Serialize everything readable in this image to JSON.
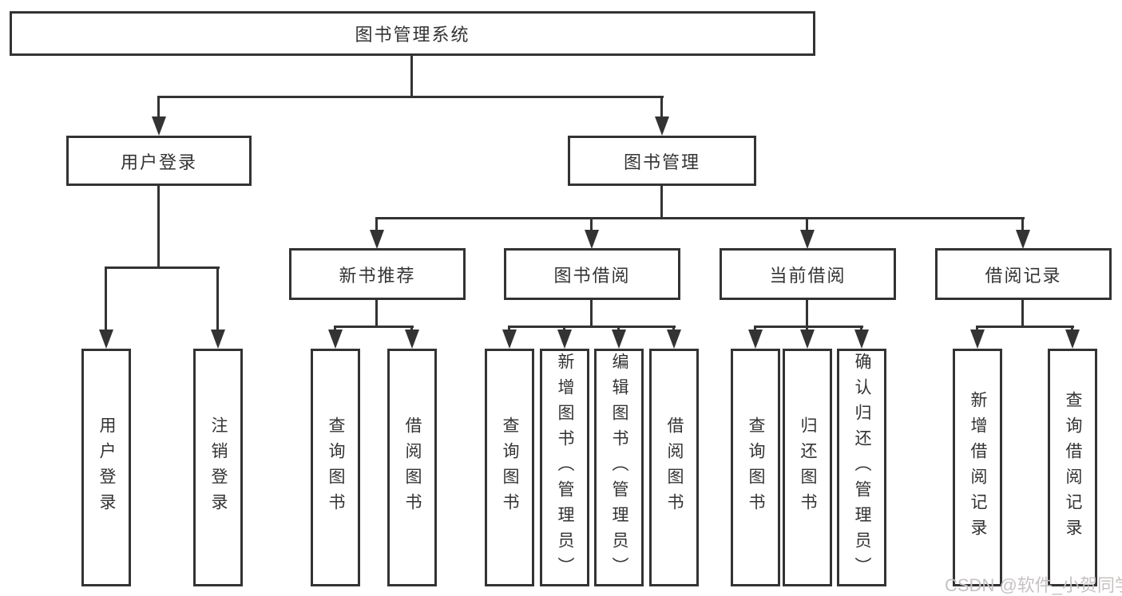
{
  "diagram": {
    "root": {
      "label": "图书管理系统"
    },
    "branches": [
      {
        "label": "用户登录",
        "children": [
          {
            "label": "用户登录"
          },
          {
            "label": "注销登录"
          }
        ]
      },
      {
        "label": "图书管理",
        "children": [
          {
            "label": "新书推荐",
            "children": [
              {
                "label": "查询图书"
              },
              {
                "label": "借阅图书"
              }
            ]
          },
          {
            "label": "图书借阅",
            "children": [
              {
                "label": "查询图书"
              },
              {
                "label": "新增图书（管理员）"
              },
              {
                "label": "编辑图书（管理员）"
              },
              {
                "label": "借阅图书"
              }
            ]
          },
          {
            "label": "当前借阅",
            "children": [
              {
                "label": "查询图书"
              },
              {
                "label": "归还图书"
              },
              {
                "label": "确认归还（管理员）"
              }
            ]
          },
          {
            "label": "借阅记录",
            "children": [
              {
                "label": "新增借阅记录"
              },
              {
                "label": "查询借阅记录"
              }
            ]
          }
        ]
      }
    ]
  },
  "watermark": {
    "text": "CSDN @软件_小贺同学"
  },
  "colors": {
    "line": "#333333",
    "text": "#333333",
    "background": "#ffffff",
    "watermark": "#c7c2c2"
  }
}
